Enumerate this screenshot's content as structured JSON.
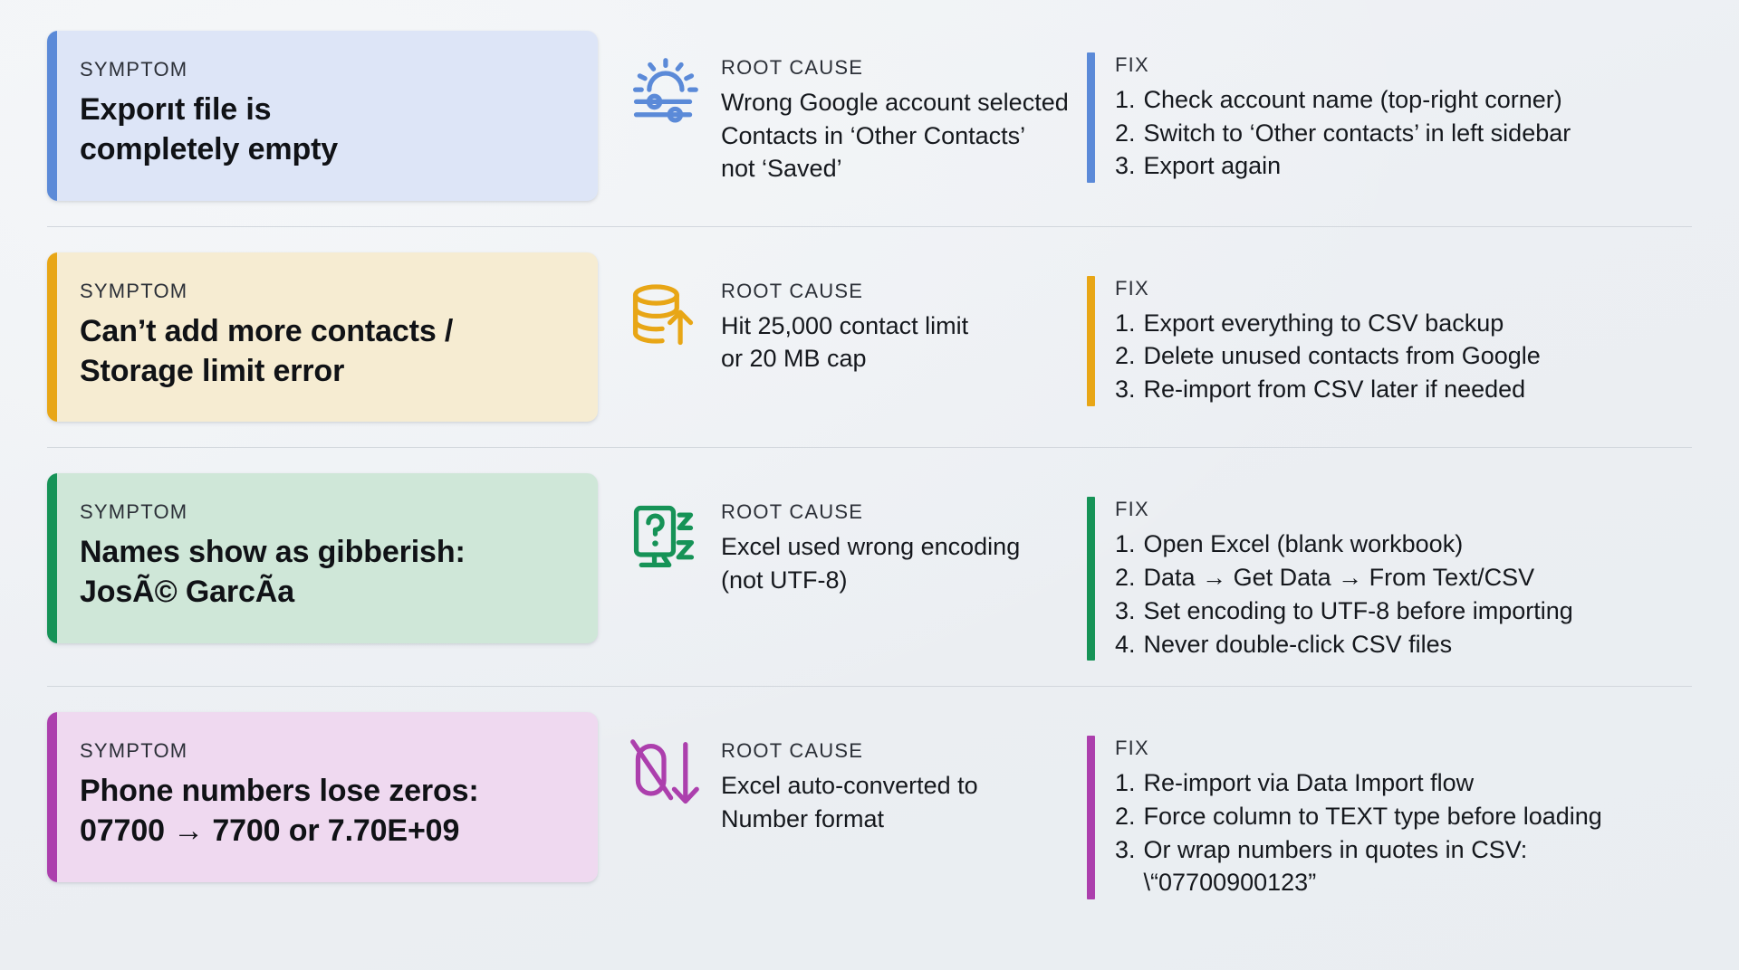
{
  "labels": {
    "symptom": "SYMPTOM",
    "root_cause": "ROOT CAUSE",
    "fix": "FIX"
  },
  "colors": {
    "page_background": "#eef1f4",
    "separator": "#d2d7dd",
    "blue_accent": "#5b8ad8",
    "blue_card_bg": "#dde5f7",
    "amber_accent": "#e8a616",
    "amber_card_bg": "#f6ecd2",
    "green_accent": "#169357",
    "green_card_bg": "#cfe7d8",
    "purple_accent": "#ac3fad",
    "purple_card_bg": "#efd9f0"
  },
  "rows": [
    {
      "accent": "#5b8ad8",
      "card_bg": "#dde5f7",
      "icon": "settings-sliders-icon",
      "symptom_lines": [
        "Exporıt file is",
        "completely empty"
      ],
      "cause_lines": [
        "Wrong Google account selected",
        "Contacts in ‘Other Contacts’",
        "not ‘Saved’"
      ],
      "fixes": [
        {
          "num": "1.",
          "text": "Check account name (top-right corner)"
        },
        {
          "num": "2.",
          "text": "Switch to ‘Other contacts’ in left sidebar"
        },
        {
          "num": "3.",
          "text": "Export again"
        }
      ]
    },
    {
      "accent": "#e8a616",
      "card_bg": "#f6ecd2",
      "icon": "database-upload-icon",
      "symptom_lines": [
        "Can’t add more contacts /",
        "Storage limit error"
      ],
      "cause_lines": [
        "Hit 25,000 contact limit",
        "or 20 MB cap"
      ],
      "fixes": [
        {
          "num": "1.",
          "text": "Export everything to CSV backup"
        },
        {
          "num": "2.",
          "text": "Delete unused contacts from Google"
        },
        {
          "num": "3.",
          "text": "Re-import from CSV later if needed"
        }
      ]
    },
    {
      "accent": "#169357",
      "card_bg": "#cfe7d8",
      "icon": "unknown-character-document-icon",
      "symptom_lines": [
        "Names show as gibberish:",
        "JosÃ© GarcÃ­a"
      ],
      "cause_lines": [
        "Excel used wrong encoding",
        "(not UTF-8)"
      ],
      "fixes": [
        {
          "num": "1.",
          "text": "Open Excel (blank workbook)"
        },
        {
          "num": "2.",
          "text": "Data → Get Data → From Text/CSV"
        },
        {
          "num": "3.",
          "text": "Set encoding to UTF-8 before importing"
        },
        {
          "num": "4.",
          "text": "Never double-click CSV files"
        }
      ]
    },
    {
      "accent": "#ac3fad",
      "card_bg": "#efd9f0",
      "icon": "zero-dropped-arrow-icon",
      "symptom_lines": [
        "Phone numbers lose zeros:",
        "07700 → 7700 or 7.70E+09"
      ],
      "cause_lines": [
        "Excel auto-converted to",
        "Number format"
      ],
      "fixes": [
        {
          "num": "1.",
          "text": "Re-import via Data Import flow"
        },
        {
          "num": "2.",
          "text": "Force column to TEXT type before loading"
        },
        {
          "num": "3.",
          "text": "Or wrap numbers in quotes in CSV:",
          "cont": "\\“07700900123”"
        }
      ]
    }
  ]
}
